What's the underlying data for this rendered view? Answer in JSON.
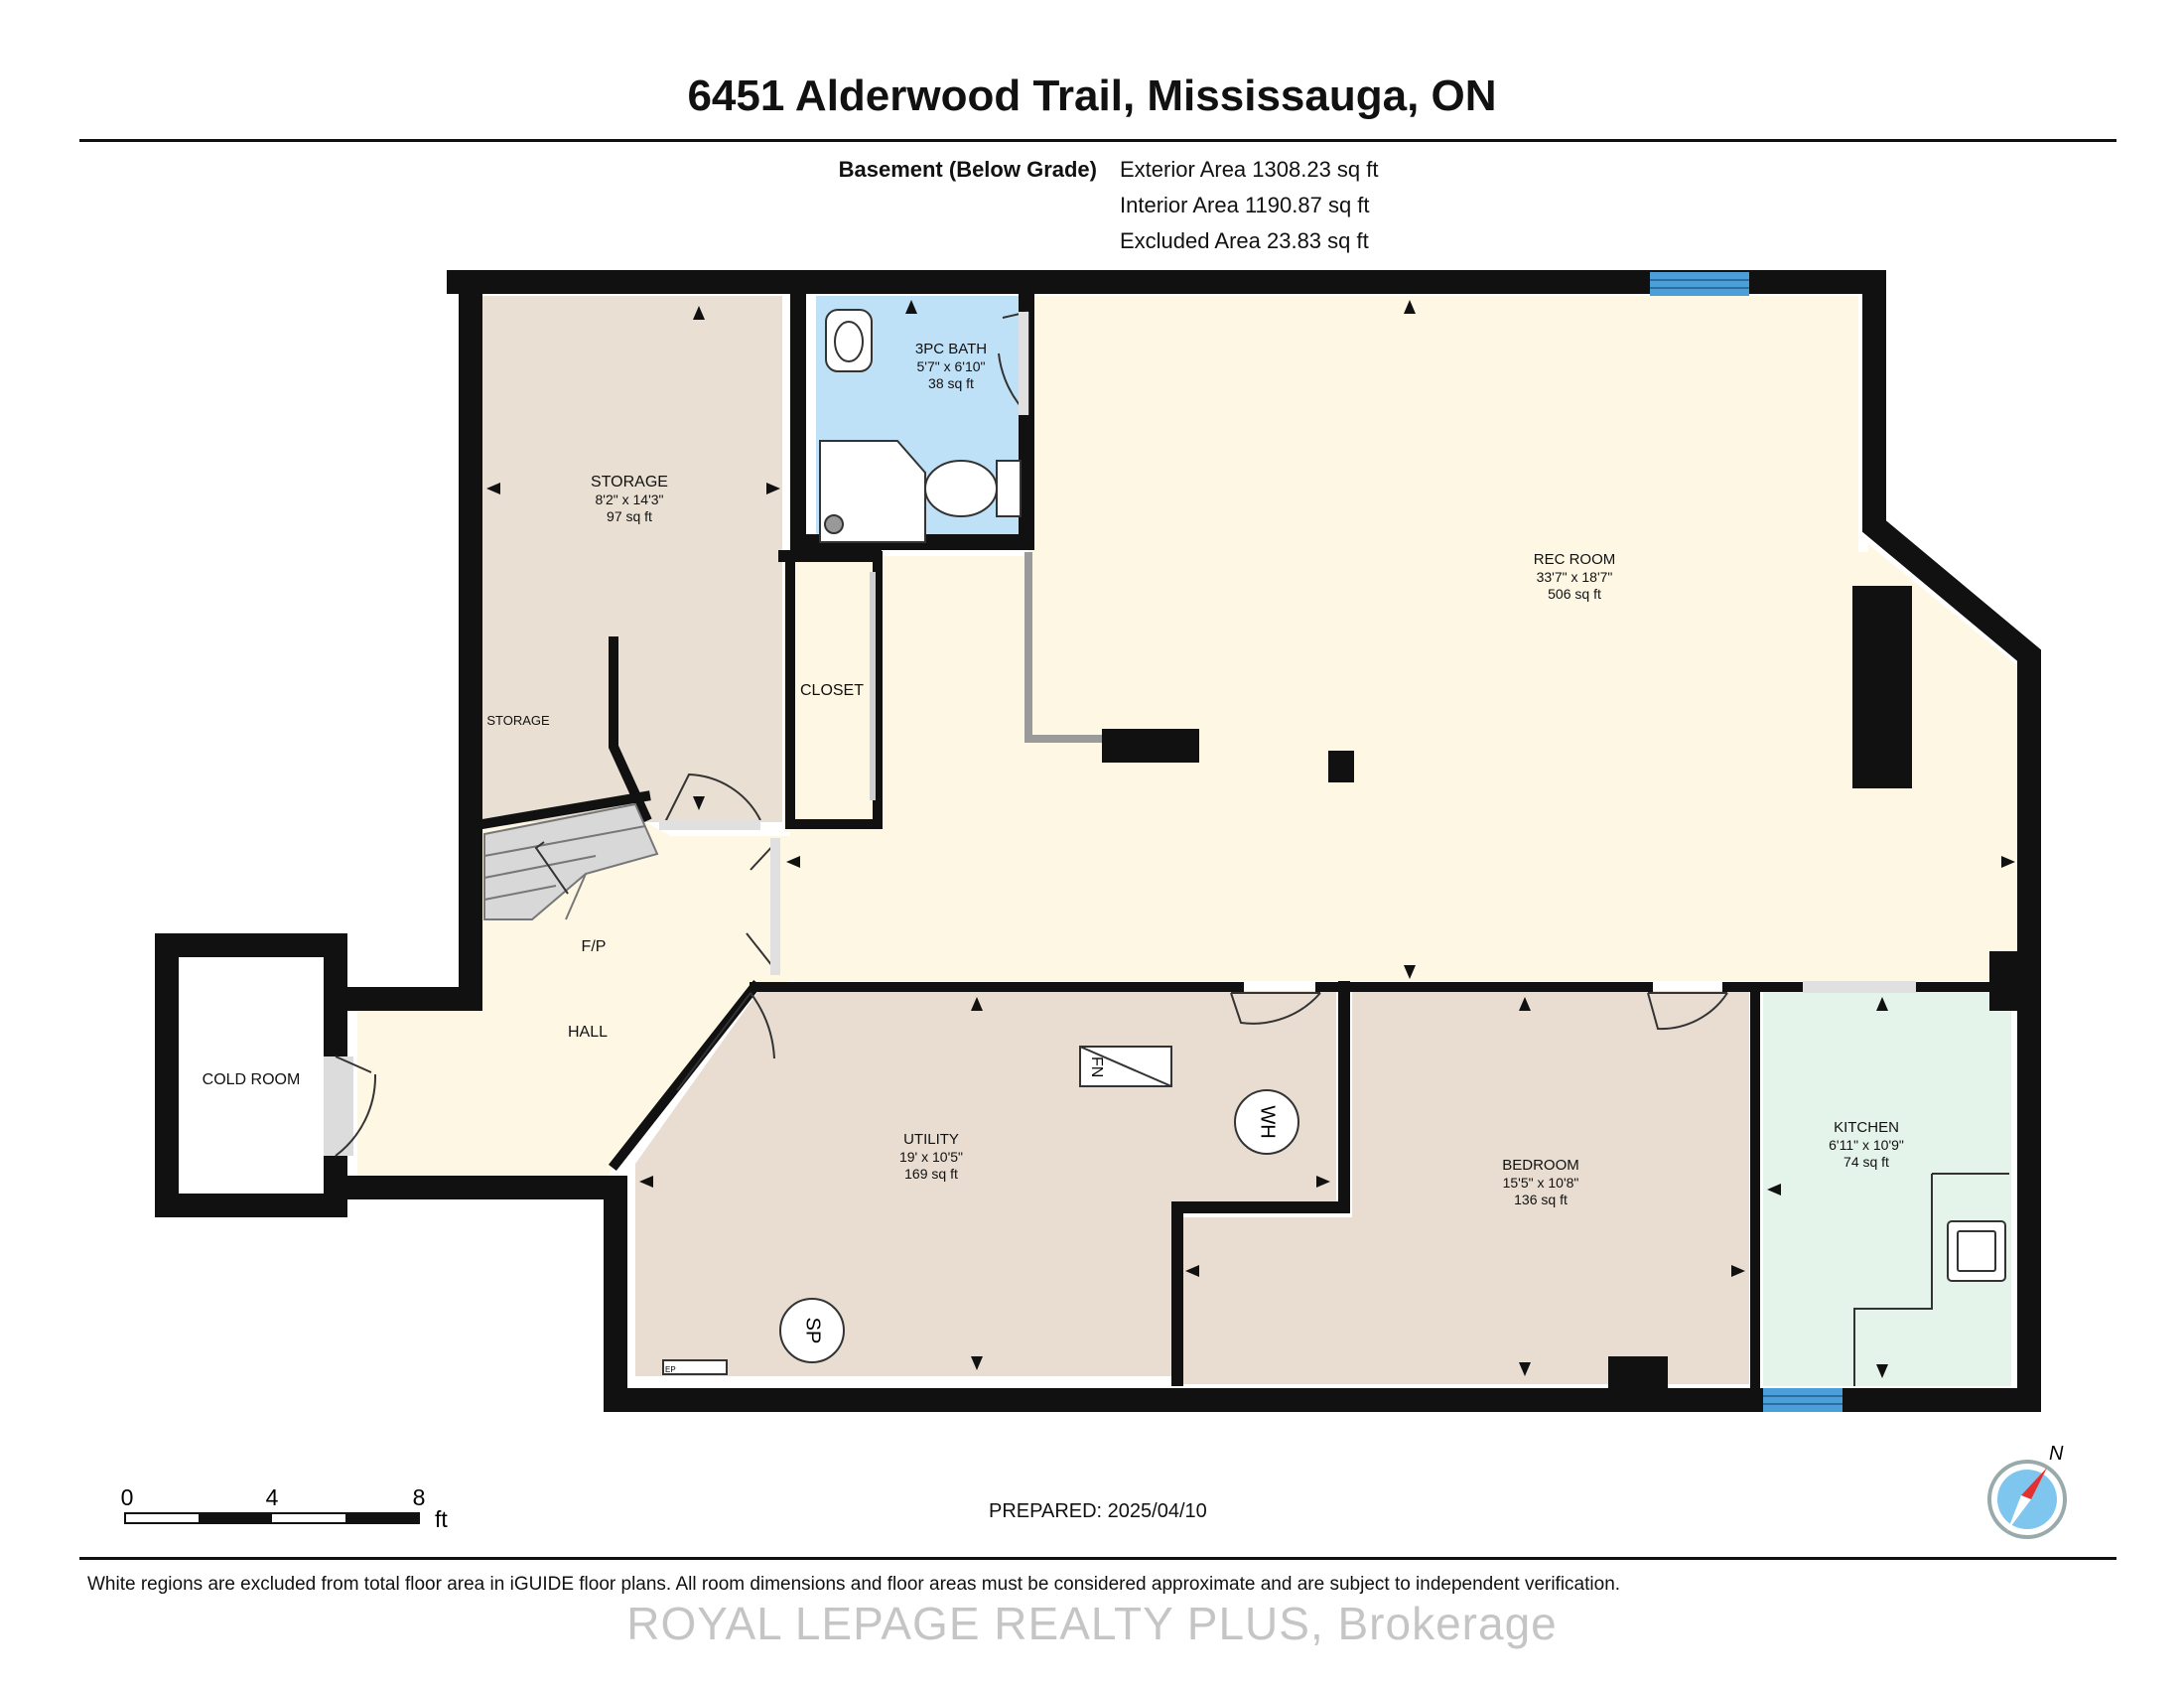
{
  "header": {
    "title": "6451 Alderwood Trail, Mississauga, ON",
    "level_label": "Basement (Below Grade)",
    "exterior_area": "Exterior Area 1308.23 sq ft",
    "interior_area": "Interior Area 1190.87 sq ft",
    "excluded_area": "Excluded Area 23.83 sq ft"
  },
  "rooms": {
    "storage": {
      "name": "STORAGE",
      "dims": "8'2\" x 14'3\"",
      "area": "97 sq ft"
    },
    "storage_small": {
      "name": "STORAGE"
    },
    "bath": {
      "name": "3PC BATH",
      "dims": "5'7\" x 6'10\"",
      "area": "38 sq ft"
    },
    "rec": {
      "name": "REC ROOM",
      "dims": "33'7\" x 18'7\"",
      "area": "506 sq ft"
    },
    "closet": {
      "name": "CLOSET"
    },
    "fp": {
      "name": "F/P"
    },
    "hall": {
      "name": "HALL"
    },
    "cold": {
      "name": "COLD ROOM"
    },
    "utility": {
      "name": "UTILITY",
      "dims": "19' x 10'5\"",
      "area": "169 sq ft"
    },
    "bedroom": {
      "name": "BEDROOM",
      "dims": "15'5\" x 10'8\"",
      "area": "136 sq ft"
    },
    "kitchen": {
      "name": "KITCHEN",
      "dims": "6'11\" x 10'9\"",
      "area": "74 sq ft"
    }
  },
  "fixtures": {
    "wh": "WH",
    "sp": "SP",
    "fn": "FN",
    "ep": "EP"
  },
  "scale": {
    "zero": "0",
    "mid": "4",
    "max": "8",
    "unit": "ft"
  },
  "compass": {
    "north": "N"
  },
  "footer": {
    "prepared": "PREPARED: 2025/04/10",
    "disclaimer": "White regions are excluded from total floor area in iGUIDE floor plans. All room dimensions and floor areas must be considered approximate and are subject to independent verification.",
    "watermark": "ROYAL LEPAGE REALTY PLUS, Brokerage"
  },
  "colors": {
    "wall": "#111111",
    "storage": "#e9dfd3",
    "bath": "#bfe1f7",
    "rec": "#fdf7e4",
    "hall": "#fdf7e4",
    "utility": "#e8ddd0",
    "bedroom": "#e8ddd0",
    "kitchen": "#e5f4ea",
    "window": "#4a9fd8"
  }
}
